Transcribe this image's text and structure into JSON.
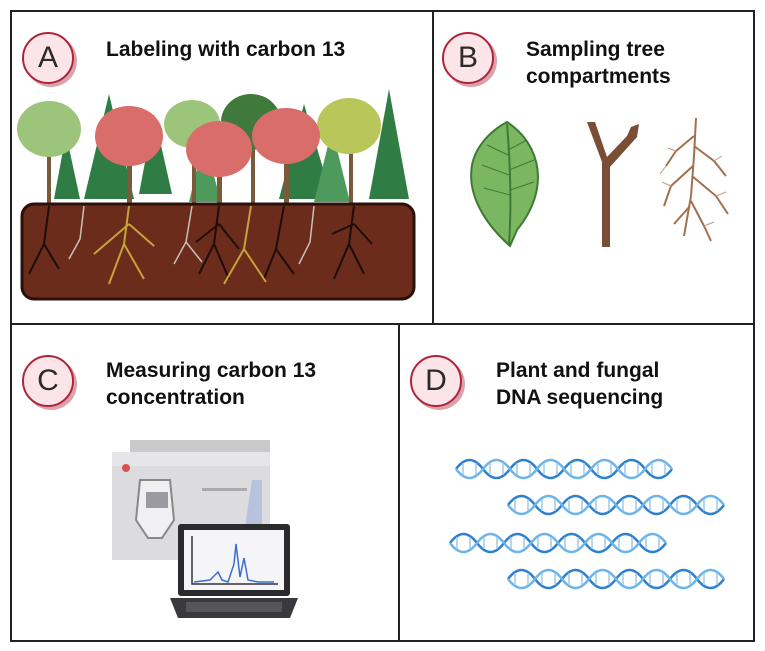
{
  "panels": [
    {
      "id": "A",
      "badge": "A",
      "title_lines": [
        "Labeling with carbon 13"
      ]
    },
    {
      "id": "B",
      "badge": "B",
      "title_lines": [
        "Sampling tree",
        "compartments"
      ]
    },
    {
      "id": "C",
      "badge": "C",
      "title_lines": [
        "Measuring carbon 13",
        "concentration"
      ]
    },
    {
      "id": "D",
      "badge": "D",
      "title_lines": [
        "Plant and fungal",
        "DNA sequencing"
      ]
    }
  ],
  "colors": {
    "border": "#222222",
    "badge_ring": "#b0243b",
    "badge_fill": "#fbe5e8",
    "soil": "#6b2c1c",
    "root_yellow": "#c8a23a",
    "leaf": "#7bb661",
    "dna": "#3a8fd6"
  },
  "icons": [
    "forest-soil-icon",
    "leaf-icon",
    "branch-icon",
    "root-icon",
    "mass-spectrometer-icon",
    "laptop-chart-icon",
    "dna-helix-icon"
  ]
}
